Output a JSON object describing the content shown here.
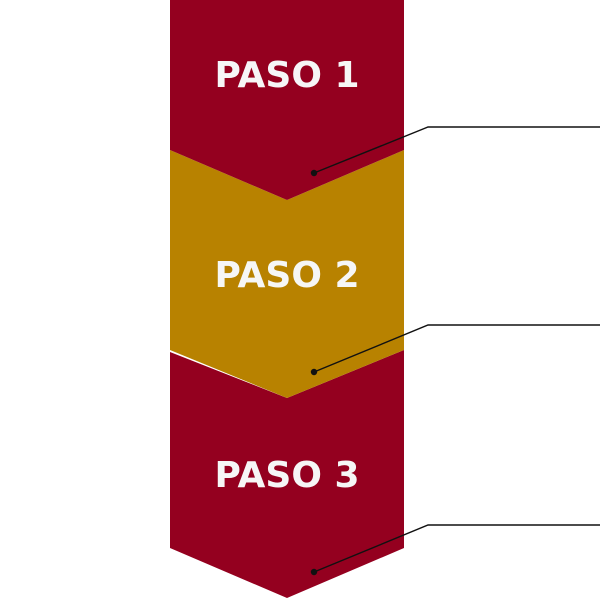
{
  "diagram": {
    "colors": {
      "primary": "#94001f",
      "accent": "#b88200",
      "leader": "#111111",
      "label_text": "#f6f6f6"
    },
    "steps": [
      {
        "label": "PASO 1",
        "color": "#94001f"
      },
      {
        "label": "PASO 2",
        "color": "#b88200"
      },
      {
        "label": "PASO 3",
        "color": "#94001f"
      }
    ]
  }
}
